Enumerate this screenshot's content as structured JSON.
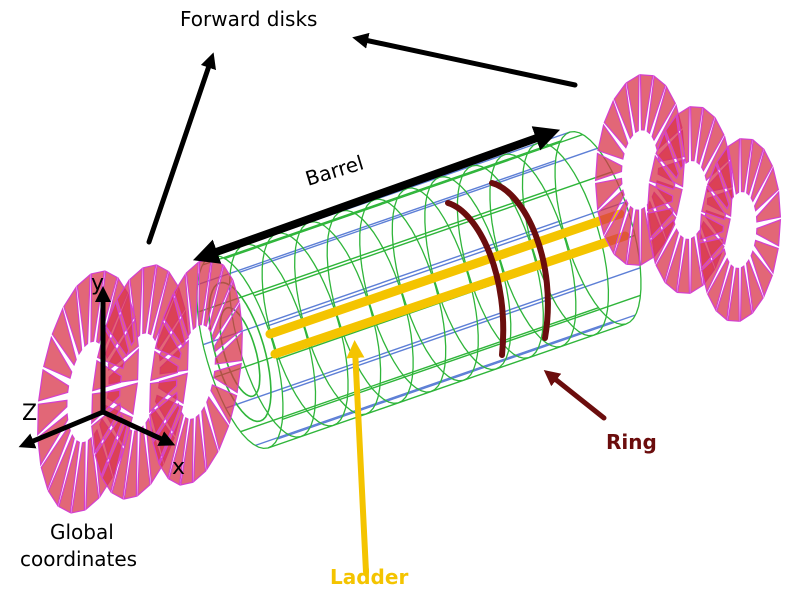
{
  "labels": {
    "forward_disks": "Forward disks",
    "barrel": "Barrel",
    "ring": "Ring",
    "ladder": "Ladder",
    "global_line1": "Global",
    "global_line2": "coordinates",
    "axis_y": "y",
    "axis_z": "Z",
    "axis_x": "x"
  },
  "colors": {
    "ink": "#000000",
    "barrel_mesh": "#2fb53a",
    "barrel_axial": "#5d7fd6",
    "ladder": "#f4c400",
    "ring": "#6b0d0d",
    "disk_outline": "#d43fd0",
    "disk_fill": "#d8344a"
  }
}
